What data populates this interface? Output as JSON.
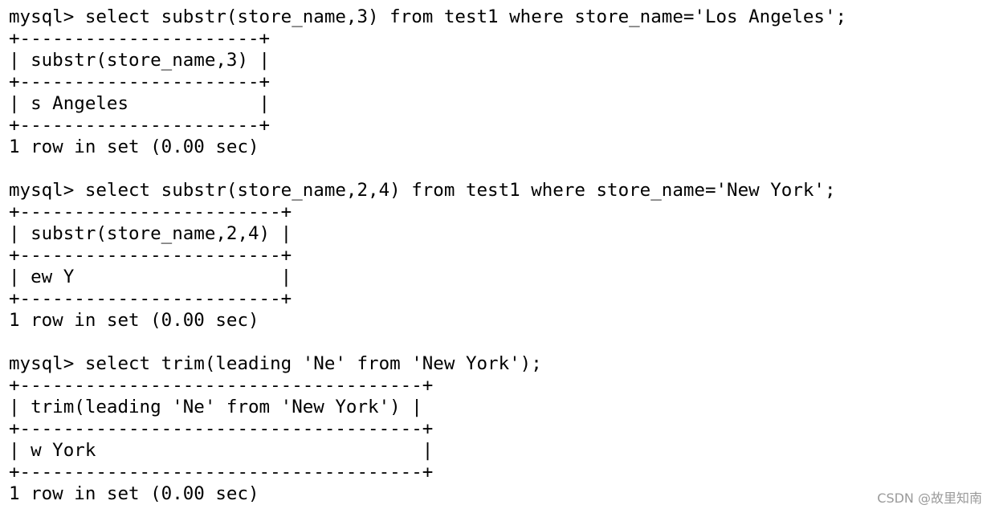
{
  "terminal": {
    "lines": [
      "mysql> select substr(store_name,3) from test1 where store_name='Los Angeles';",
      "+----------------------+",
      "| substr(store_name,3) |",
      "+----------------------+",
      "| s Angeles            |",
      "+----------------------+",
      "1 row in set (0.00 sec)",
      "",
      "mysql> select substr(store_name,2,4) from test1 where store_name='New York';",
      "+------------------------+",
      "| substr(store_name,2,4) |",
      "+------------------------+",
      "| ew Y                   |",
      "+------------------------+",
      "1 row in set (0.00 sec)",
      "",
      "mysql> select trim(leading 'Ne' from 'New York');",
      "+-------------------------------------+",
      "| trim(leading 'Ne' from 'New York') |",
      "+-------------------------------------+",
      "| w York                              |",
      "+-------------------------------------+",
      "1 row in set (0.00 sec)"
    ]
  },
  "watermark": {
    "text": "CSDN @故里知南"
  }
}
